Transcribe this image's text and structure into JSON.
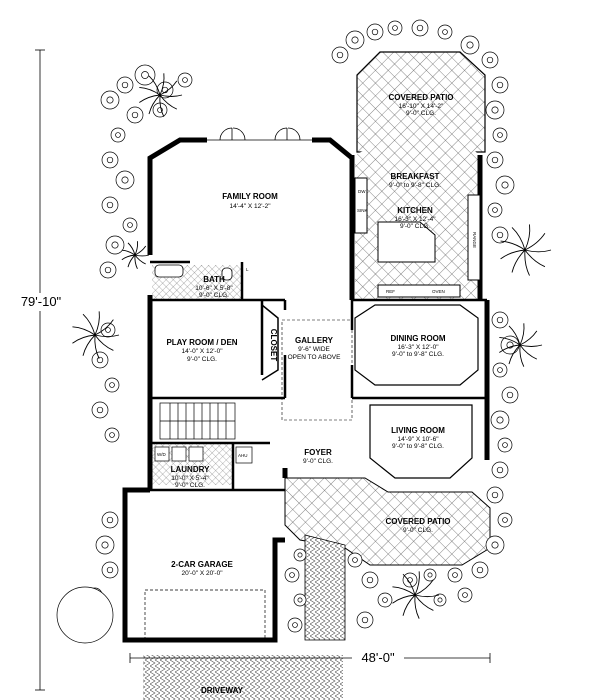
{
  "dimensions": {
    "depth": "79'-10\"",
    "width": "48'-0\""
  },
  "rooms": {
    "covered_patio_rear": {
      "name": "COVERED PATIO",
      "size": "16'-10\" X 14'-2\"",
      "clg": "9'-0\" CLG."
    },
    "breakfast": {
      "name": "BREAKFAST",
      "clg": "9'-0\" to 9'-8\" CLG."
    },
    "kitchen": {
      "name": "KITCHEN",
      "size": "16'-3\" X 12'-4\"",
      "clg": "9'-0\" CLG."
    },
    "family_room": {
      "name": "FAMILY ROOM",
      "size": "14'-4\" X 12'-2\""
    },
    "bath": {
      "name": "BATH",
      "size": "10'-6\" X 5'-8\"",
      "clg": "9'-0\" CLG."
    },
    "play_room": {
      "name": "PLAY ROOM / DEN",
      "size": "14'-0\" X 12'-0\"",
      "clg": "9'-0\" CLG."
    },
    "closet": {
      "name": "CLOSET"
    },
    "gallery": {
      "name": "GALLERY",
      "size": "9'-6\" WIDE",
      "note": "OPEN TO ABOVE"
    },
    "dining_room": {
      "name": "DINING ROOM",
      "size": "16'-3\" X 12'-0\"",
      "clg": "9'-0\" to 9'-8\" CLG."
    },
    "living_room": {
      "name": "LIVING ROOM",
      "size": "14'-9\" X 10'-6\"",
      "clg": "9'-0\" to 9'-8\" CLG."
    },
    "foyer": {
      "name": "FOYER",
      "clg": "9'-0\" CLG."
    },
    "laundry": {
      "name": "LAUNDRY",
      "size": "10'-0\" X 5'-4\"",
      "clg": "9'-0\" CLG."
    },
    "covered_patio_front": {
      "name": "COVERED PATIO",
      "clg": "9'-0\" CLG."
    },
    "garage": {
      "name": "2-CAR GARAGE",
      "size": "20'-0\" X 20'-0\""
    },
    "driveway": {
      "name": "DRIVEWAY"
    }
  },
  "fixtures": {
    "dw": "DW",
    "sink": "SINK",
    "ref": "REF",
    "oven": "OVEN",
    "wd": "W/D",
    "ahu": "AHU",
    "range": "RANGE",
    "l": "L"
  },
  "colors": {
    "ink": "#000000",
    "paper": "#ffffff",
    "hatch": "#555555"
  }
}
